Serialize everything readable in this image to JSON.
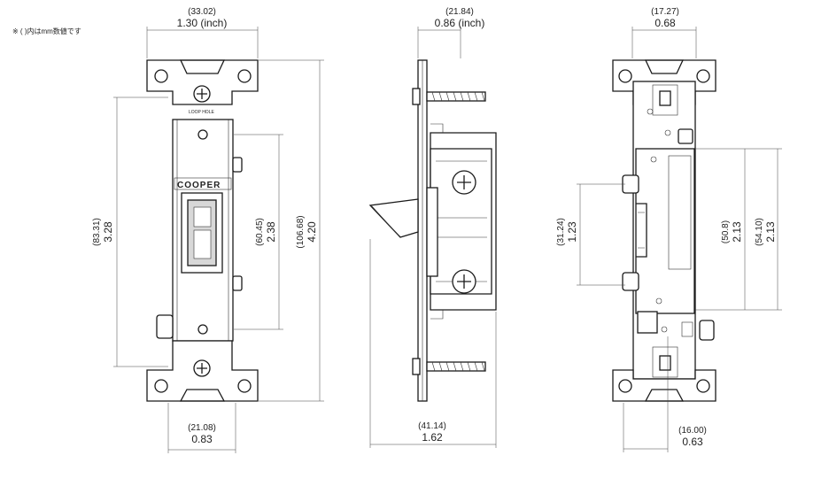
{
  "note": "※ ( )内はmm数値です",
  "logo_text": "COOPER",
  "strap_label": "LOOP HOLE",
  "dimensions": [
    {
      "id": "front-width",
      "mm": "(33.02)",
      "inch": "1.30 (inch)"
    },
    {
      "id": "front-height",
      "mm": "(83.31)",
      "inch": "3.28"
    },
    {
      "id": "front-inner",
      "mm": "(60.45)",
      "inch": "2.38"
    },
    {
      "id": "overall-height",
      "mm": "(106.68)",
      "inch": "4.20"
    },
    {
      "id": "front-bottom",
      "mm": "(21.08)",
      "inch": "0.83"
    },
    {
      "id": "side-top",
      "mm": "(21.84)",
      "inch": "0.86 (inch)"
    },
    {
      "id": "side-bottom",
      "mm": "(41.14)",
      "inch": "1.62"
    },
    {
      "id": "back-top",
      "mm": "(17.27)",
      "inch": "0.68"
    },
    {
      "id": "back-left",
      "mm": "(31.24)",
      "inch": "1.23"
    },
    {
      "id": "back-mid",
      "mm": "(50.8)",
      "inch": "2.13"
    },
    {
      "id": "back-right",
      "mm": "(54.10)",
      "inch": "2.13"
    },
    {
      "id": "back-bottom",
      "mm": "(16.00)",
      "inch": "0.63"
    }
  ]
}
